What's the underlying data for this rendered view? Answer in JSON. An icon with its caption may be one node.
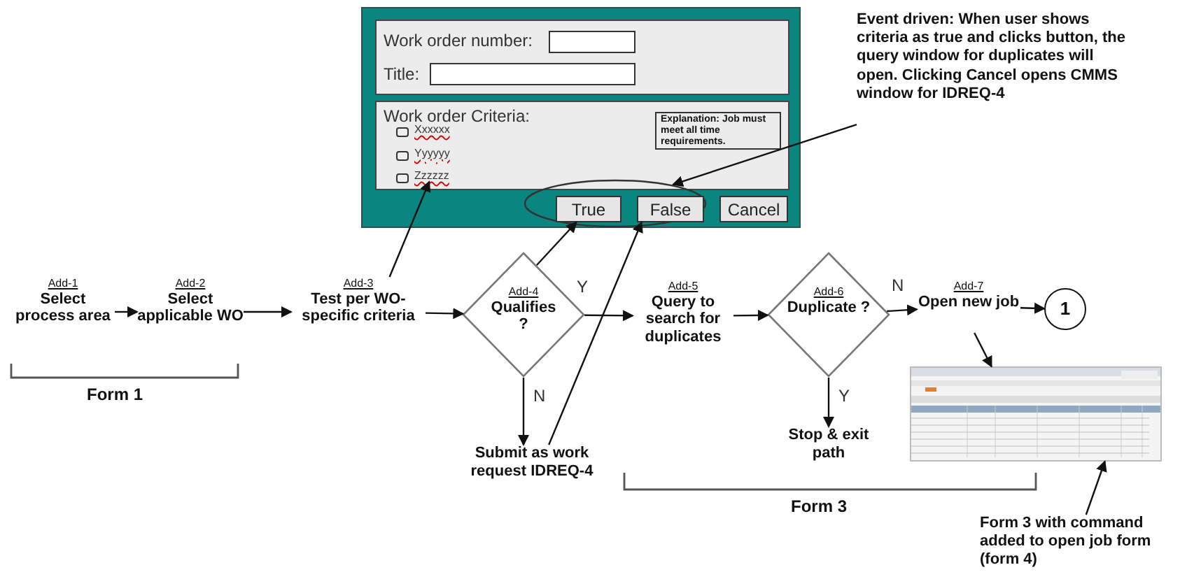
{
  "diagram": {
    "nodes": [
      {
        "text": [],
        "shape": "box"
      },
      {
        "text": [
          "Work order number:",
          "Title:"
        ],
        "in": 0
      },
      {
        "text": [
          "Work order Criteria:"
        ],
        "in": 0
      },
      {
        "text": [
          "Xxxxxx"
        ],
        "in": 2
      },
      {
        "text": [
          "Yyyyyy"
        ],
        "in": 2
      },
      {
        "text": [
          "Zzzzzz"
        ],
        "in": 2
      },
      {
        "text": [
          "Explanation: Job must meet all time requirements."
        ],
        "in": 2
      },
      {
        "text": [],
        "shape": "ellipse",
        "in": 0
      },
      {
        "text": [
          "True"
        ],
        "in": 7
      },
      {
        "text": [
          "False"
        ],
        "in": 7
      },
      {
        "text": [
          "Cancel"
        ],
        "in": 0
      },
      {
        "text": [
          "Add-1",
          "Select process area"
        ]
      },
      {
        "text": [
          "Add-2",
          "Select applicable WO"
        ]
      },
      {
        "text": [
          "Add-3",
          "Test per WO-specific criteria"
        ]
      },
      {
        "text": [
          "Add-4",
          "Qualifies ?"
        ]
      },
      {
        "text": [
          "Add-5",
          "Query to search for duplicates"
        ]
      },
      {
        "text": [
          "Add-6",
          "Duplicate ?"
        ]
      },
      {
        "text": [
          "Add-7",
          "Open new job"
        ]
      },
      {
        "text": [
          "1"
        ]
      },
      {
        "text": [
          "Submit as work request IDREQ-4"
        ]
      },
      {
        "text": [
          "Stop & exit path"
        ]
      },
      {
        "text": [],
        "shape": "picture"
      },
      {
        "text": [
          "Form 3 with command added to open job form (form 4)"
        ]
      },
      {
        "text": [
          "Event driven: When user shows criteria as true and clicks button, the query window for duplicates will open.  Clicking Cancel opens CMMS window for IDREQ-4"
        ]
      }
    ],
    "edges": [
      {
        "from": 11,
        "to": 12,
        "arrow": "to"
      },
      {
        "from": 12,
        "to": 13,
        "arrow": "to"
      },
      {
        "from": 13,
        "to": 14,
        "arrow": "to"
      },
      {
        "from": 14,
        "to": 15,
        "arrow": "to",
        "label": "Y"
      },
      {
        "from": 15,
        "to": 16,
        "arrow": "to"
      },
      {
        "from": 16,
        "to": 17,
        "arrow": "to",
        "label": "N"
      },
      {
        "from": 17,
        "to": 18,
        "arrow": "to"
      },
      {
        "from": 14,
        "to": 19,
        "arrow": "to",
        "label": "N"
      },
      {
        "from": 16,
        "to": 20,
        "arrow": "to",
        "label": "Y"
      },
      {
        "from": 13,
        "to": 5,
        "arrow": "to"
      },
      {
        "from": 14,
        "to": 8,
        "arrow": "to"
      },
      {
        "from": 19,
        "to": 9,
        "arrow": "to"
      },
      {
        "from": 23,
        "to": 7,
        "arrow": "to"
      },
      {
        "from": 17,
        "to": 21,
        "arrow": "to"
      },
      {
        "from": 22,
        "to": 21,
        "arrow": "to"
      }
    ],
    "labels": [
      "Form 1",
      "Form 3"
    ]
  }
}
